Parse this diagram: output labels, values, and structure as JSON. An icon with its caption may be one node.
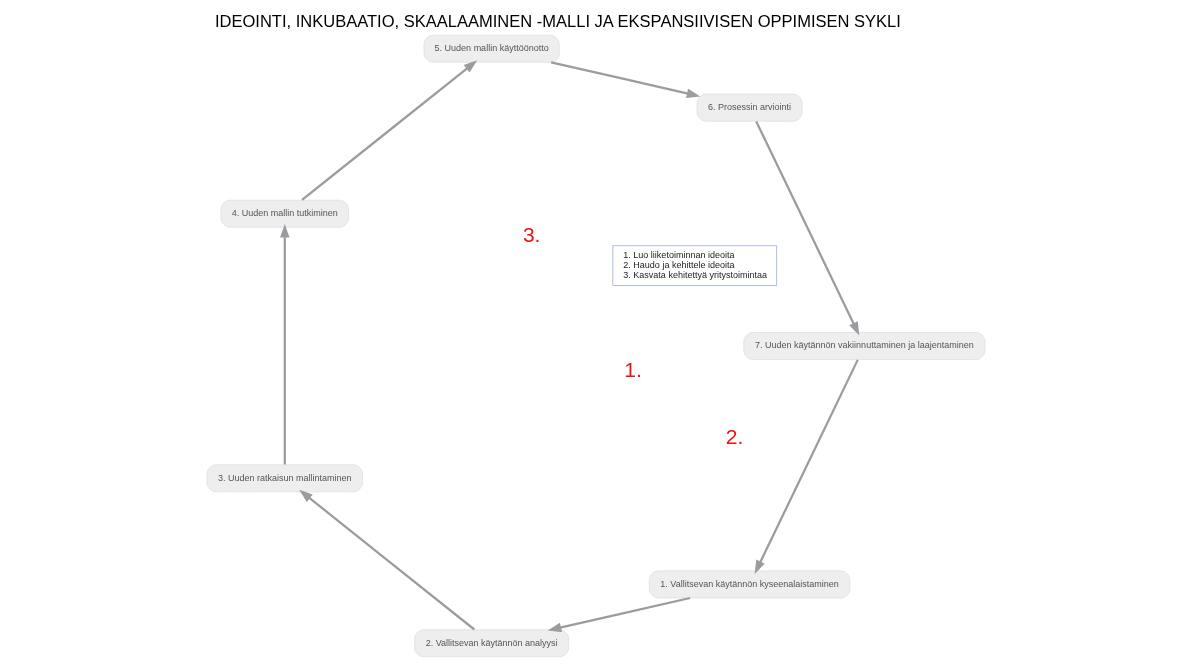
{
  "diagram": {
    "title": "IDEOINTI, INKUBAATIO, SKAALAAMINEN -MALLI JA EKSPANSIIVISEN OPPIMISEN SYKLI",
    "nodes": [
      {
        "text": [
          "1. Vallitsevan käytännön kyseenalaistaminen"
        ]
      },
      {
        "text": [
          "2. Vallitsevan käytännön analyysi"
        ]
      },
      {
        "text": [
          "3. Uuden ratkaisun mallintaminen"
        ]
      },
      {
        "text": [
          "4. Uuden mallin tutkiminen"
        ]
      },
      {
        "text": [
          "5. Uuden mallin käyttöönotto"
        ]
      },
      {
        "text": [
          "6. Prosessin arviointi"
        ]
      },
      {
        "text": [
          "7. Uuden käytännön vakiinnuttaminen ja laajentaminen"
        ]
      },
      {
        "text": [
          "1. Luo liiketoiminnan ideoita",
          "2. Haudo ja kehittele ideoita",
          "3. Kasvata kehitettyä yritystoimintaa"
        ]
      }
    ],
    "edges": [
      {
        "from": 0,
        "to": 1,
        "arrow": "to"
      },
      {
        "from": 1,
        "to": 2,
        "arrow": "to"
      },
      {
        "from": 2,
        "to": 3,
        "arrow": "to"
      },
      {
        "from": 3,
        "to": 4,
        "arrow": "to"
      },
      {
        "from": 4,
        "to": 5,
        "arrow": "to"
      },
      {
        "from": 5,
        "to": 6,
        "arrow": "to"
      },
      {
        "from": 6,
        "to": 0,
        "arrow": "to"
      }
    ],
    "labels": [
      "1.",
      "2.",
      "3."
    ]
  }
}
